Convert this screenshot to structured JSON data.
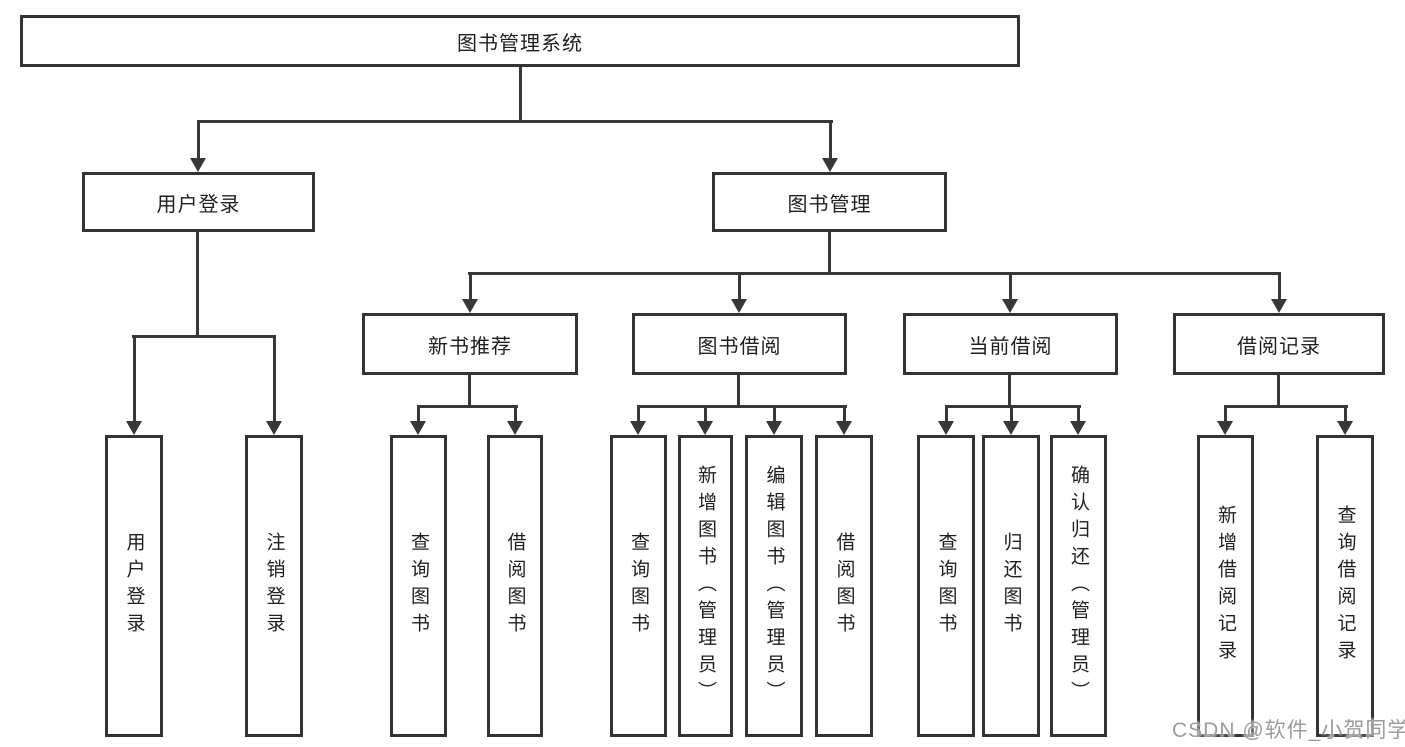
{
  "diagram": {
    "tree": {
      "label": "图书管理系统",
      "children": [
        {
          "label": "用户登录",
          "children": [
            {
              "label": "用户登录"
            },
            {
              "label": "注销登录"
            }
          ]
        },
        {
          "label": "图书管理",
          "children": [
            {
              "label": "新书推荐",
              "children": [
                {
                  "label": "查询图书"
                },
                {
                  "label": "借阅图书"
                }
              ]
            },
            {
              "label": "图书借阅",
              "children": [
                {
                  "label": "查询图书"
                },
                {
                  "label": "新增图书（管理员）"
                },
                {
                  "label": "编辑图书（管理员）"
                },
                {
                  "label": "借阅图书"
                }
              ]
            },
            {
              "label": "当前借阅",
              "children": [
                {
                  "label": "查询图书"
                },
                {
                  "label": "归还图书"
                },
                {
                  "label": "确认归还（管理员）"
                }
              ]
            },
            {
              "label": "借阅记录",
              "children": [
                {
                  "label": "新增借阅记录"
                },
                {
                  "label": "查询借阅记录"
                }
              ]
            }
          ]
        }
      ]
    },
    "colors": {
      "line": "#383838",
      "box_border": "#333333",
      "text": "#1f1f1f",
      "watermark": "#9c9c9c",
      "background": "#ffffff"
    }
  },
  "watermark": {
    "text": "CSDN @软件_小贺同学"
  }
}
